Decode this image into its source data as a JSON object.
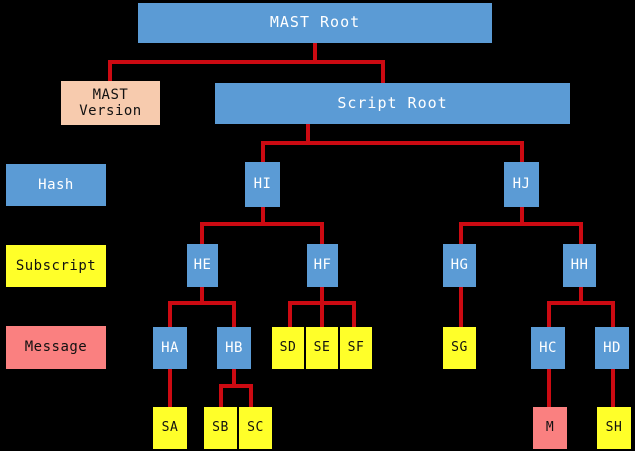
{
  "diagram": {
    "title": "MAST Root",
    "type": "tree",
    "background_color": "#000000",
    "connector_color": "#CC0A12",
    "palette": {
      "hash": "#5B9BD5",
      "subscript": "#FFFF29",
      "message": "#FA8080",
      "version": "#F7CBAE"
    }
  },
  "legend": {
    "items": [
      {
        "label": "Hash",
        "color": "#5B9BD5"
      },
      {
        "label": "Subscript",
        "color": "#FFFF29"
      },
      {
        "label": "Message",
        "color": "#FA8080"
      }
    ]
  },
  "nodes": {
    "mast_root": "MAST Root",
    "mast_version": "MAST\nVersion",
    "script_root": "Script Root",
    "hi": "HI",
    "hj": "HJ",
    "he": "HE",
    "hf": "HF",
    "hg": "HG",
    "hh": "HH",
    "ha": "HA",
    "hb": "HB",
    "hc": "HC",
    "hd": "HD",
    "sa": "SA",
    "sb": "SB",
    "sc": "SC",
    "sd": "SD",
    "se": "SE",
    "sf": "SF",
    "sg": "SG",
    "sh": "SH",
    "m": "M"
  }
}
